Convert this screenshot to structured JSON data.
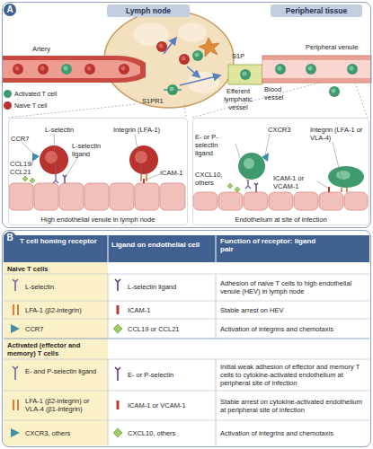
{
  "diagram": {
    "nodes": [
      {
        "text": [
          "A"
        ]
      },
      {
        "text": [
          "Lymph node"
        ],
        "in": 0
      },
      {
        "text": [
          "Peripheral tissue"
        ],
        "in": 0
      },
      {
        "text": [
          "High endothelial venule in lymph node"
        ],
        "in": 0
      },
      {
        "text": [
          "Endothelium at site of infection"
        ],
        "in": 0
      },
      {
        "text": [
          "B"
        ]
      }
    ],
    "labels": [
      "Artery",
      "S1P",
      "Blood vessel",
      "Peripheral venule",
      "S1PR1",
      "Efferent lymphatic vessel",
      "CCR7",
      "L-selectin",
      "L-selectin ligand",
      "Integrin (LFA-1)",
      "CCL19/ CCL21",
      "ICAM-1",
      "CXCR3",
      "E- or P- selectin ligand",
      "Integrin (LFA-1 or VLA-4)",
      "CXCL10, others",
      "ICAM-1 or VCAM-1",
      "T cell homing receptor",
      "Ligand on endothelial cell",
      "Function of receptor: ligand pair",
      "Naive T cells",
      "L-selectin",
      "L-selectin ligand",
      "Adhesion of naive T cells to high endothelial venule (HEV) in lymph node",
      "LFA-1 (β2-integrin)",
      "ICAM-1",
      "Stable arrest on HEV",
      "CCR7",
      "CCL19 or CCL21",
      "Activation of integrins and chemotaxis",
      "Activated (effector and memory) T cells",
      "E- and P-selectin ligand",
      "E- or P-selectin",
      "Initial weak adhesion of effector and memory T cells to cytokine-activated endothelium at peripheral site of infection",
      "LFA-1 (β2-integrin) or VLA-4 (β1-integrin)",
      "ICAM-1 or VCAM-1",
      "Stable arrest on cytokine-activated endothelium at peripheral site of infection",
      "CXCR3, others",
      "CXCL10, others",
      "Activation of integrins and chemotaxis"
    ],
    "legend": [
      {
        "text": "Activated T cell",
        "color": "#3f9b6e"
      },
      {
        "text": "Naive T cell",
        "color": "#b8322e"
      }
    ]
  }
}
